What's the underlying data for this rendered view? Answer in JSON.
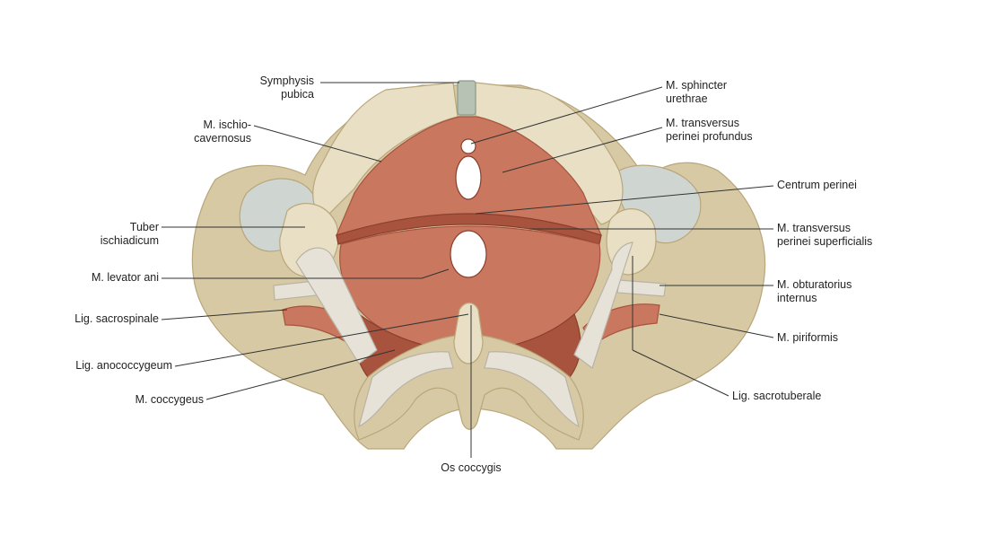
{
  "colors": {
    "bone": "#d6c9a4",
    "bone_shadow": "#b9a77b",
    "bone_highlight": "#e8dfc4",
    "muscle": "#c9785f",
    "muscle_dark": "#a8533e",
    "muscle_light": "#dd9c85",
    "ligament": "#e6e2d8",
    "foramen": "#ffffff",
    "leader": "#333333"
  },
  "labels": {
    "symphysis_pubica": "Symphysis\npubica",
    "m_ischiocavernosus": "M. ischio-\ncavernosus",
    "tuber_ischiadicum": "Tuber\nischiadicum",
    "m_levator_ani": "M. levator ani",
    "lig_sacrospinale": "Lig. sacrospinale",
    "lig_anococcygeum": "Lig. anococcygeum",
    "m_coccygeus": "M. coccygeus",
    "os_coccygis": "Os coccygis",
    "m_sphincter_urethrae": "M. sphincter\nurethrae",
    "m_transversus_perinei_profundus": "M. transversus\nperinei profundus",
    "centrum_perinei": "Centrum perinei",
    "m_transversus_perinei_superficialis": "M. transversus\nperinei superficialis",
    "m_obturatorius_internus": "M. obturatorius\ninternus",
    "m_piriformis": "M. piriformis",
    "lig_sacrotuberale": "Lig. sacrotuberale"
  }
}
